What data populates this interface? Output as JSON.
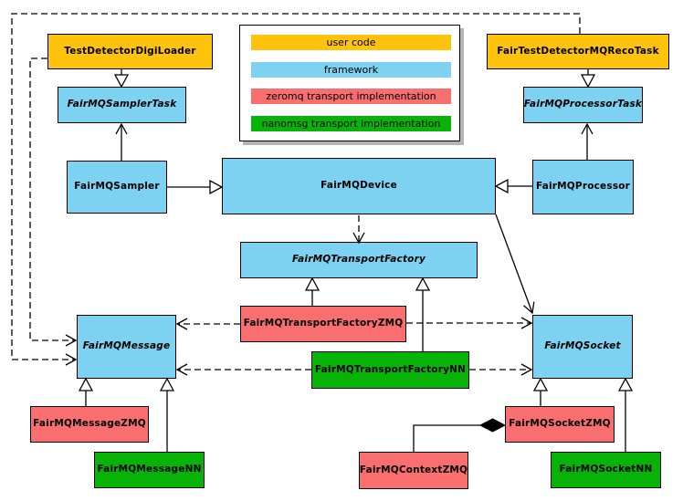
{
  "legend": {
    "items": [
      {
        "id": "user-code",
        "label": "user code",
        "color": "#FFC30B"
      },
      {
        "id": "framework",
        "label": "framework",
        "color": "#7DD1F1"
      },
      {
        "id": "zeromq",
        "label": "zeromq transport implementation",
        "color": "#F96F70"
      },
      {
        "id": "nanomsg",
        "label": "nanomsg transport implementation",
        "color": "#07B307"
      }
    ]
  },
  "colors": {
    "user_code": "#FFC30B",
    "framework": "#7DD1F1",
    "zeromq": "#F96F70",
    "nanomsg": "#07B307",
    "border": "#000000",
    "background": "#FFFFFF"
  },
  "classes": {
    "test_detector_digi_loader": {
      "label": "TestDetectorDigiLoader",
      "category": "user code",
      "abstract": false
    },
    "fair_test_detector_mq_reco_task": {
      "label": "FairTestDetectorMQRecoTask",
      "category": "user code",
      "abstract": false
    },
    "fairmq_sampler_task": {
      "label": "FairMQSamplerTask",
      "category": "framework",
      "abstract": true
    },
    "fairmq_processor_task": {
      "label": "FairMQProcessorTask",
      "category": "framework",
      "abstract": true
    },
    "fairmq_sampler": {
      "label": "FairMQSampler",
      "category": "framework",
      "abstract": false
    },
    "fairmq_device": {
      "label": "FairMQDevice",
      "category": "framework",
      "abstract": false
    },
    "fairmq_processor": {
      "label": "FairMQProcessor",
      "category": "framework",
      "abstract": false
    },
    "fairmq_transport_factory": {
      "label": "FairMQTransportFactory",
      "category": "framework",
      "abstract": true
    },
    "fairmq_transport_factory_zmq": {
      "label": "FairMQTransportFactoryZMQ",
      "category": "zeromq",
      "abstract": false
    },
    "fairmq_transport_factory_nn": {
      "label": "FairMQTransportFactoryNN",
      "category": "nanomsg",
      "abstract": false
    },
    "fairmq_message": {
      "label": "FairMQMessage",
      "category": "framework",
      "abstract": true
    },
    "fairmq_socket": {
      "label": "FairMQSocket",
      "category": "framework",
      "abstract": true
    },
    "fairmq_message_zmq": {
      "label": "FairMQMessageZMQ",
      "category": "zeromq",
      "abstract": false
    },
    "fairmq_message_nn": {
      "label": "FairMQMessageNN",
      "category": "nanomsg",
      "abstract": false
    },
    "fairmq_socket_zmq": {
      "label": "FairMQSocketZMQ",
      "category": "zeromq",
      "abstract": false
    },
    "fairmq_socket_nn": {
      "label": "FairMQSocketNN",
      "category": "nanomsg",
      "abstract": false
    },
    "fairmq_context_zmq": {
      "label": "FairMQContextZMQ",
      "category": "zeromq",
      "abstract": false
    }
  },
  "relationships": [
    {
      "from": "TestDetectorDigiLoader",
      "to": "FairMQSamplerTask",
      "type": "inheritance"
    },
    {
      "from": "FairTestDetectorMQRecoTask",
      "to": "FairMQProcessorTask",
      "type": "inheritance"
    },
    {
      "from": "FairMQSampler",
      "to": "FairMQSamplerTask",
      "type": "association"
    },
    {
      "from": "FairMQProcessor",
      "to": "FairMQProcessorTask",
      "type": "association"
    },
    {
      "from": "FairMQSampler",
      "to": "FairMQDevice",
      "type": "inheritance"
    },
    {
      "from": "FairMQProcessor",
      "to": "FairMQDevice",
      "type": "inheritance"
    },
    {
      "from": "FairMQDevice",
      "to": "FairMQTransportFactory",
      "type": "dependency"
    },
    {
      "from": "FairMQDevice",
      "to": "FairMQSocket",
      "type": "association"
    },
    {
      "from": "FairMQTransportFactoryZMQ",
      "to": "FairMQTransportFactory",
      "type": "inheritance"
    },
    {
      "from": "FairMQTransportFactoryNN",
      "to": "FairMQTransportFactory",
      "type": "inheritance"
    },
    {
      "from": "FairMQTransportFactoryZMQ",
      "to": "FairMQMessage",
      "type": "dependency"
    },
    {
      "from": "FairMQTransportFactoryZMQ",
      "to": "FairMQSocket",
      "type": "dependency"
    },
    {
      "from": "FairMQTransportFactoryNN",
      "to": "FairMQMessage",
      "type": "dependency"
    },
    {
      "from": "FairMQTransportFactoryNN",
      "to": "FairMQSocket",
      "type": "dependency"
    },
    {
      "from": "FairMQMessageZMQ",
      "to": "FairMQMessage",
      "type": "inheritance"
    },
    {
      "from": "FairMQMessageNN",
      "to": "FairMQMessage",
      "type": "inheritance"
    },
    {
      "from": "FairMQSocketZMQ",
      "to": "FairMQSocket",
      "type": "inheritance"
    },
    {
      "from": "FairMQSocketNN",
      "to": "FairMQSocket",
      "type": "inheritance"
    },
    {
      "from": "FairMQContextZMQ",
      "to": "FairMQSocketZMQ",
      "type": "composition"
    },
    {
      "from": "TestDetectorDigiLoader",
      "to": "FairMQMessage",
      "type": "dependency"
    },
    {
      "from": "FairTestDetectorMQRecoTask",
      "to": "FairMQMessage",
      "type": "dependency"
    }
  ]
}
